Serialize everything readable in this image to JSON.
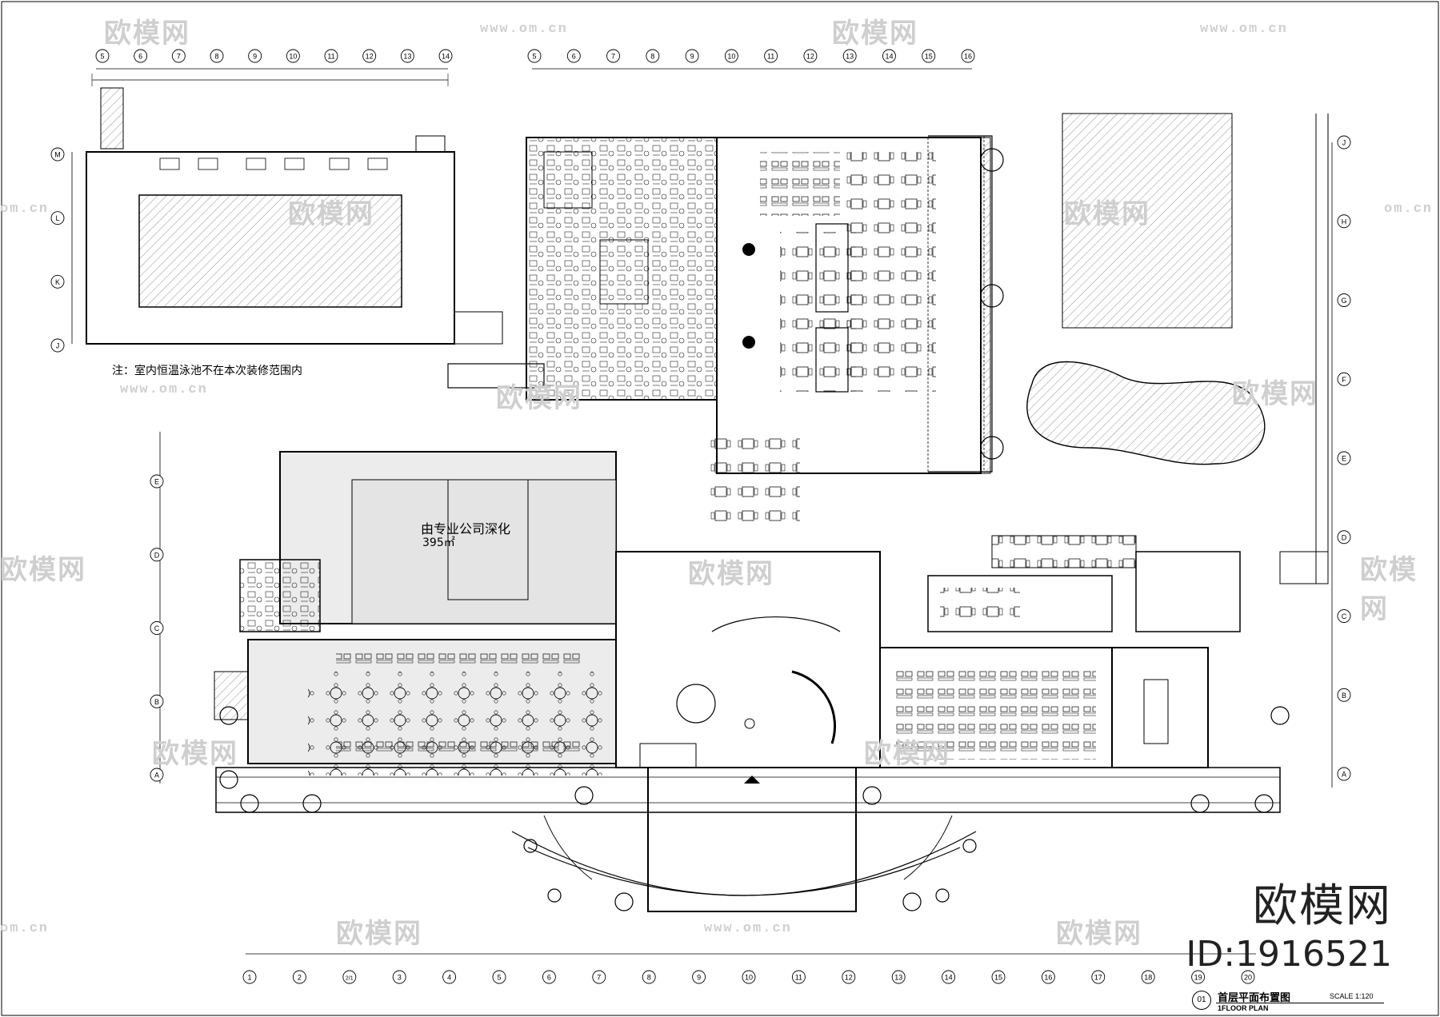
{
  "watermark": {
    "brand_cn": "欧模网",
    "url": "www.om.cn",
    "side_url": "om.cn",
    "brand_big": "欧模网",
    "id_text": "ID:1916521"
  },
  "note": "注：室内恒温泳池不在本次装修范围内",
  "center_label": "由专业公司深化",
  "area_label": "395㎡",
  "title_block": {
    "number": "01",
    "title_cn": "首层平面布置图",
    "title_en": "1FLOOR PLAN",
    "scale": "SCALE  1:120"
  },
  "grid_top_left": [
    "5",
    "6",
    "7",
    "8",
    "9",
    "10",
    "11",
    "12",
    "13",
    "14"
  ],
  "grid_top_right": [
    "5",
    "6",
    "7",
    "8",
    "9",
    "10",
    "11",
    "12",
    "13",
    "14",
    "15",
    "16"
  ],
  "grid_bottom": [
    "1",
    "2",
    "2/1",
    "3",
    "4",
    "5",
    "6",
    "7",
    "8",
    "9",
    "10",
    "11",
    "12",
    "13",
    "14",
    "15",
    "16",
    "17",
    "18",
    "19",
    "20"
  ],
  "grid_left_pool": [
    "M",
    "L",
    "K",
    "J"
  ],
  "grid_left_main": [
    "E",
    "D",
    "C",
    "B",
    "A"
  ],
  "grid_right": [
    "J",
    "H",
    "G",
    "F",
    "E",
    "D",
    "C",
    "B",
    "A"
  ],
  "colors": {
    "line": "#000000",
    "hatch": "#555555",
    "watermark": "#cfcfcf",
    "fill_gray": "#e8e8e8"
  }
}
